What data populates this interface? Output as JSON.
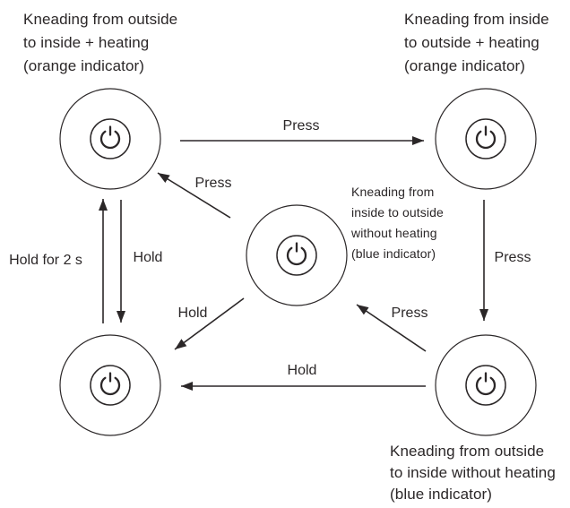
{
  "colors": {
    "ink": "#2b2728",
    "background": "#ffffff"
  },
  "nodes": {
    "top_left": {
      "caption": "Kneading from outside\nto inside + heating\n(orange indicator)",
      "icon": "power-icon"
    },
    "top_right": {
      "caption": "Kneading from inside\nto outside + heating\n(orange indicator)",
      "icon": "power-icon"
    },
    "center": {
      "caption": "Kneading from\ninside to outside\nwithout heating\n(blue indicator)",
      "icon": "power-icon"
    },
    "bottom_left": {
      "icon": "power-icon"
    },
    "bottom_right": {
      "caption": "Kneading from outside\nto inside without heating\n(blue indicator)",
      "icon": "power-icon"
    }
  },
  "edges": {
    "top_left_to_top_right": "Press",
    "center_to_top_left": "Press",
    "bottom_left_to_top_left": "Hold for 2 s",
    "top_left_to_bottom_left": "Hold",
    "center_to_bottom_left": "Hold",
    "top_right_to_bottom_right": "Press",
    "bottom_right_to_center": "Press",
    "bottom_right_to_bottom_left": "Hold"
  }
}
